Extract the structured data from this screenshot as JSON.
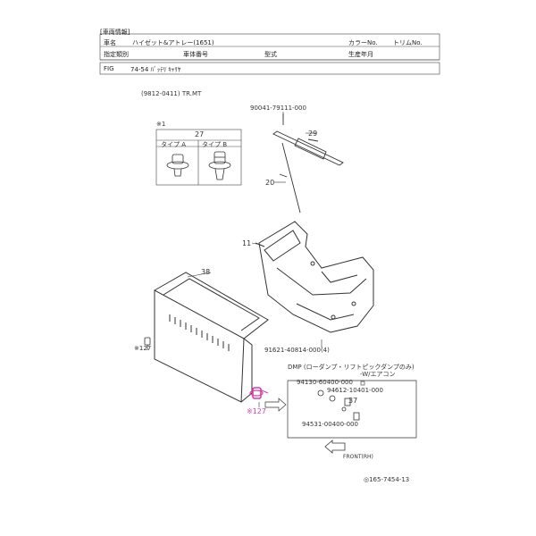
{
  "header": {
    "section_title": "[車両情報]",
    "model_label": "車名",
    "model_value": "ハイゼット&アトレー(1651)",
    "color_label": "カラーNo.",
    "trim_label": "トリムNo.",
    "designation_label": "指定類別",
    "chassis_label": "車体番号",
    "type_label": "型式",
    "production_label": "生産年月",
    "fig_label": "FIG",
    "fig_value": "74-54 ﾊﾞｯﾃﾘ ｷｬﾘﾔ"
  },
  "diagram": {
    "period_note": "(9812-0411) TR.MT",
    "note1": "※1",
    "detail_number": "27",
    "type_a": "タイプ A",
    "type_b": "タイプ B",
    "part_90041": "90041-79111-000",
    "label_29": "29",
    "label_20": "20",
    "label_11": "11",
    "label_38": "38",
    "ref_127_left": "※127",
    "part_91621": "91621-40814-000(4)",
    "dmp_note": "DMP (ローダンプ・リフトピックダンプのみ)",
    "aircon_note": "-W/エアコン",
    "part_94130": "94130-60400-000",
    "part_94612": "94612-10401-000",
    "label_37": "37",
    "part_94531": "94531-00400-000",
    "ref_127_highlight": "※127",
    "front_label": "FRONT(RH)",
    "doc_number": "◎165-7454-13"
  },
  "colors": {
    "highlight": "#d63fb0",
    "line": "#333333"
  }
}
